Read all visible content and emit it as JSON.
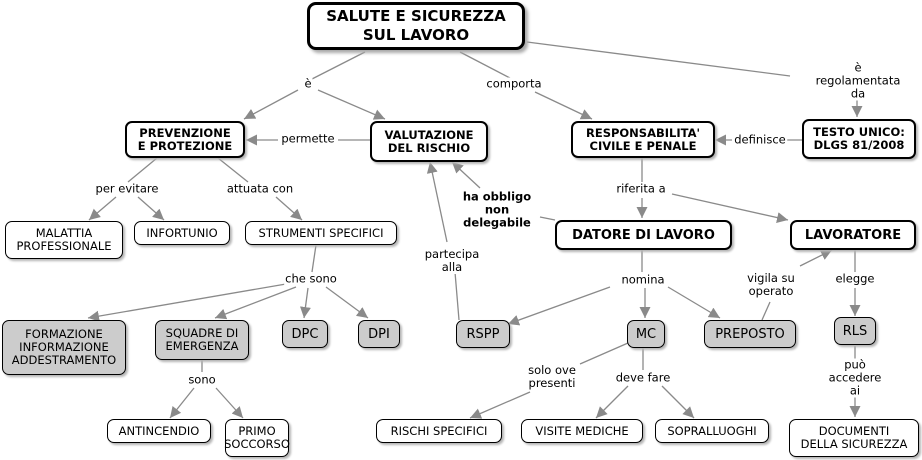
{
  "nodes": {
    "salute": {
      "text": "SALUTE E SICUREZZA\nSUL LAVORO"
    },
    "prevenzione": {
      "text": "PREVENZIONE\nE PROTEZIONE"
    },
    "valutazione": {
      "text": "VALUTAZIONE\nDEL RISCHIO"
    },
    "responsabilita": {
      "text": "RESPONSABILITA'\nCIVILE E PENALE"
    },
    "testo_unico": {
      "text": "TESTO UNICO:\nDLGS 81/2008"
    },
    "malattia": {
      "text": "MALATTIA\nPROFESSIONALE"
    },
    "infortunio": {
      "text": "INFORTUNIO"
    },
    "strumenti": {
      "text": "STRUMENTI SPECIFICI"
    },
    "datore": {
      "text": "DATORE DI LAVORO"
    },
    "lavoratore": {
      "text": "LAVORATORE"
    },
    "formazione": {
      "text": "FORMAZIONE\nINFORMAZIONE\nADDESTRAMENTO"
    },
    "squadre": {
      "text": "SQUADRE DI\nEMERGENZA"
    },
    "dpc": {
      "text": "DPC"
    },
    "dpi": {
      "text": "DPI"
    },
    "rspp": {
      "text": "RSPP"
    },
    "mc": {
      "text": "MC"
    },
    "preposto": {
      "text": "PREPOSTO"
    },
    "rls": {
      "text": "RLS"
    },
    "antincendio": {
      "text": "ANTINCENDIO"
    },
    "primo_soccorso": {
      "text": "PRIMO\nSOCCORSO"
    },
    "rischi_specifici": {
      "text": "RISCHI SPECIFICI"
    },
    "visite_mediche": {
      "text": "VISITE MEDICHE"
    },
    "sopralluoghi": {
      "text": "SOPRALLUOGHI"
    },
    "documenti": {
      "text": "DOCUMENTI\nDELLA SICUREZZA"
    }
  },
  "labels": {
    "e": {
      "text": "è"
    },
    "comporta": {
      "text": "comporta"
    },
    "regolamentata": {
      "text": "è regolamentata da"
    },
    "permette": {
      "text": "permette"
    },
    "definisce": {
      "text": "definisce"
    },
    "per_evitare": {
      "text": "per evitare"
    },
    "attuata_con": {
      "text": "attuata con"
    },
    "riferita_a": {
      "text": "riferita a"
    },
    "ha_obbligo": {
      "text": "ha obbligo\nnon\ndelegabile"
    },
    "che_sono": {
      "text": "che sono"
    },
    "partecipa": {
      "text": "partecipa\nalla"
    },
    "nomina": {
      "text": "nomina"
    },
    "vigila": {
      "text": "vigila su\noperato"
    },
    "elegge": {
      "text": "elegge"
    },
    "sono": {
      "text": "sono"
    },
    "solo_ove": {
      "text": "solo ove\npresenti"
    },
    "deve_fare": {
      "text": "deve fare"
    },
    "puo_accedere": {
      "text": "può accedere ai"
    }
  },
  "colors": {
    "edge": "#8a8a8a",
    "grey_node": "#cccccc"
  }
}
